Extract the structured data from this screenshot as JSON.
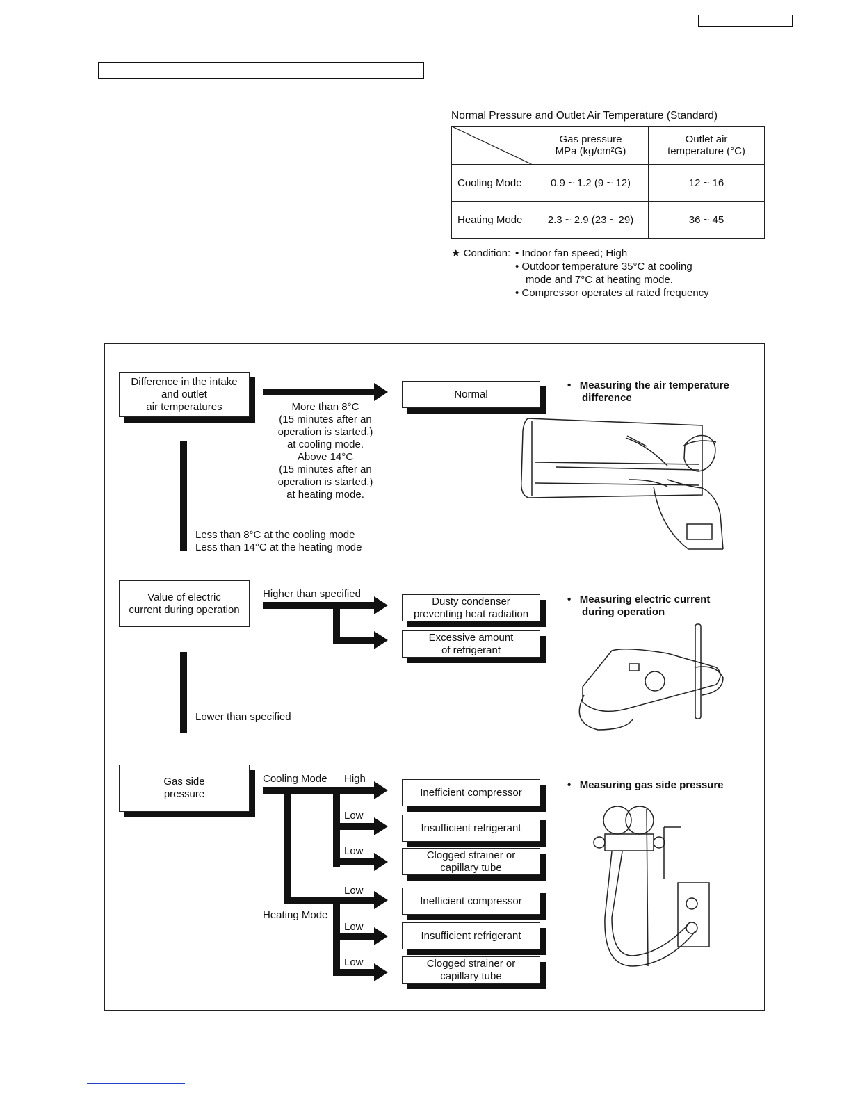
{
  "table": {
    "caption": "Normal Pressure and Outlet Air Temperature (Standard)",
    "col_headers": [
      {
        "line1": "Gas pressure",
        "line2": "MPa (kg/cm²G)"
      },
      {
        "line1": "Outlet air",
        "line2": "temperature (°C)"
      }
    ],
    "rows": [
      {
        "mode": "Cooling Mode",
        "pressure": "0.9 ~ 1.2 (9 ~ 12)",
        "temp": "12 ~ 16"
      },
      {
        "mode": "Heating Mode",
        "pressure": "2.3 ~ 2.9 (23 ~ 29)",
        "temp": "36 ~ 45"
      }
    ]
  },
  "condition": {
    "label": "★ Condition:",
    "items": [
      "Indoor fan speed; High",
      "Outdoor temperature 35°C at cooling",
      "mode and 7°C at heating mode.",
      "Compressor operates at rated frequency"
    ]
  },
  "flow1": {
    "box": [
      "Difference in the intake",
      "and outlet",
      "air temperatures"
    ],
    "result": "Normal",
    "condition_lines": [
      "More than 8°C",
      "(15 minutes after an",
      "operation is started.)",
      "at cooling mode.",
      "Above 14°C",
      "(15 minutes after an",
      "operation is started.)",
      "at heating mode."
    ],
    "down_lines": [
      "Less than 8°C at the cooling mode",
      "Less than 14°C at the heating mode"
    ],
    "measure": [
      "Measuring the air temperature",
      "difference"
    ]
  },
  "flow2": {
    "box": [
      "Value of electric",
      "current during operation"
    ],
    "higher": "Higher than specified",
    "results": [
      [
        "Dusty condenser",
        "preventing heat radiation"
      ],
      [
        "Excessive amount",
        "of refrigerant"
      ]
    ],
    "lower": "Lower than specified",
    "measure": [
      "Measuring electric current",
      "during operation"
    ]
  },
  "flow3": {
    "box": [
      "Gas side",
      "pressure"
    ],
    "cooling": "Cooling Mode",
    "heating": "Heating Mode",
    "labels": [
      "High",
      "Low",
      "Low",
      "Low",
      "Low",
      "Low"
    ],
    "results": [
      [
        "Inefficient compressor"
      ],
      [
        "Insufficient refrigerant"
      ],
      [
        "Clogged strainer or",
        "capillary tube"
      ],
      [
        "Inefficient compressor"
      ],
      [
        "Insufficient refrigerant"
      ],
      [
        "Clogged strainer or",
        "capillary tube"
      ]
    ],
    "measure": [
      "Measuring gas side pressure"
    ]
  }
}
